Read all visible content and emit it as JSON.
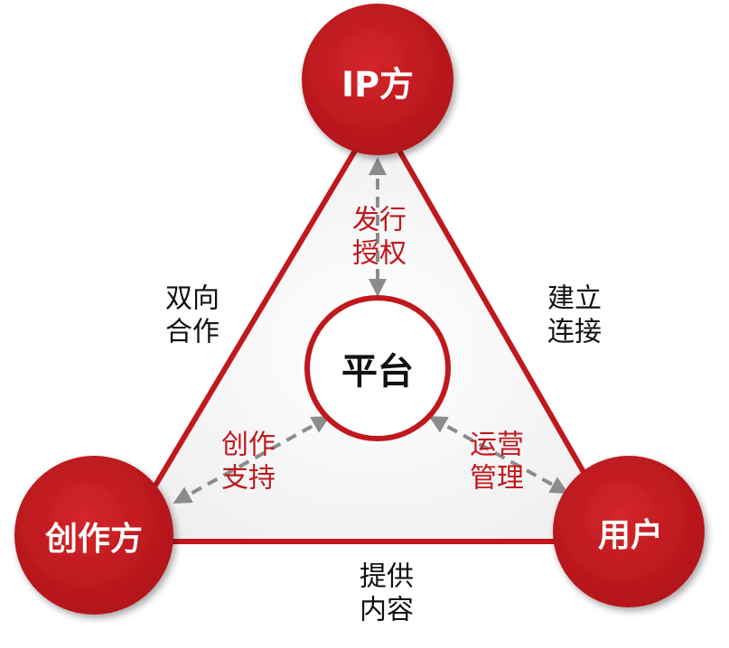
{
  "nodes": {
    "ip": "IP方",
    "creator": "创作方",
    "user": "用户",
    "platform": "平台"
  },
  "edges": {
    "left": [
      "双向",
      "合作"
    ],
    "right": [
      "建立",
      "连接"
    ],
    "bottom": [
      "提供",
      "内容"
    ]
  },
  "flows": {
    "top": [
      "发行",
      "授权"
    ],
    "left": [
      "创作",
      "支持"
    ],
    "right": [
      "运营",
      "管理"
    ]
  },
  "colors": {
    "primary_red": "#c0181d",
    "triangle_fill": "#f3f3f3",
    "arrow_gray": "#8c8c8c",
    "text_black": "#111111",
    "text_red": "#c0181d"
  }
}
